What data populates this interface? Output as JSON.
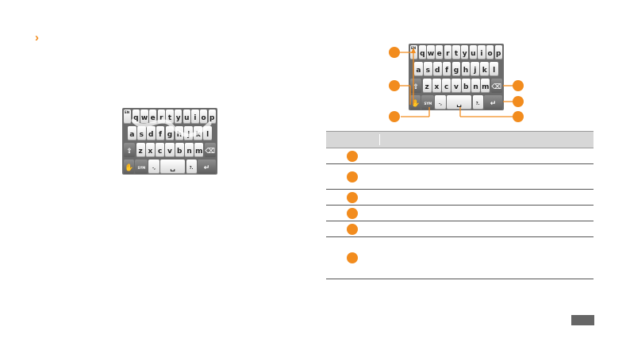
{
  "page": {
    "chevron": "›",
    "page_number": ""
  },
  "keyboard": {
    "rows": [
      {
        "keys": [
          {
            "m": "EN",
            "s": ""
          },
          {
            "m": "q",
            "s": ""
          },
          {
            "m": "w",
            "s": ""
          },
          {
            "m": "e",
            "s": ""
          },
          {
            "m": "r",
            "s": ""
          },
          {
            "m": "t",
            "s": ""
          },
          {
            "m": "y",
            "s": ""
          },
          {
            "m": "u",
            "s": ""
          },
          {
            "m": "i",
            "s": ""
          },
          {
            "m": "o",
            "s": ""
          },
          {
            "m": "p",
            "s": ""
          }
        ]
      },
      {
        "keys": [
          {
            "m": "a",
            "s": ""
          },
          {
            "m": "s",
            "s": ""
          },
          {
            "m": "d",
            "s": ""
          },
          {
            "m": "f",
            "s": ""
          },
          {
            "m": "g",
            "s": ""
          },
          {
            "m": "h",
            "s": ""
          },
          {
            "m": "j",
            "s": ""
          },
          {
            "m": "k",
            "s": ""
          },
          {
            "m": "l",
            "s": ""
          }
        ]
      },
      {
        "keys": [
          {
            "m": "⇧",
            "s": "",
            "dark": true
          },
          {
            "m": "z",
            "s": ""
          },
          {
            "m": "x",
            "s": ""
          },
          {
            "m": "c",
            "s": ""
          },
          {
            "m": "v",
            "s": ""
          },
          {
            "m": "b",
            "s": ""
          },
          {
            "m": "n",
            "s": ""
          },
          {
            "m": "m",
            "s": ""
          },
          {
            "m": "⌫",
            "s": "",
            "dark": true
          }
        ]
      },
      {
        "keys": [
          {
            "m": "✋",
            "s": "",
            "dark": true
          },
          {
            "m": "SYM",
            "s": "",
            "dark": true
          },
          {
            "m": "-,",
            "s": ""
          },
          {
            "m": "␣",
            "s": ""
          },
          {
            "m": "?.",
            "s": ""
          },
          {
            "m": "↵",
            "s": "",
            "dark": true
          }
        ]
      }
    ]
  },
  "callouts": [
    "",
    "",
    "",
    "",
    "",
    "",
    ""
  ],
  "table": {
    "header": {
      "col1": "",
      "col2": ""
    },
    "rows": [
      {
        "label": "",
        "desc": ""
      },
      {
        "label": "",
        "desc": ""
      },
      {
        "label": "",
        "desc": ""
      },
      {
        "label": "",
        "desc": ""
      },
      {
        "label": "",
        "desc": ""
      },
      {
        "label": "",
        "desc": ""
      }
    ]
  }
}
